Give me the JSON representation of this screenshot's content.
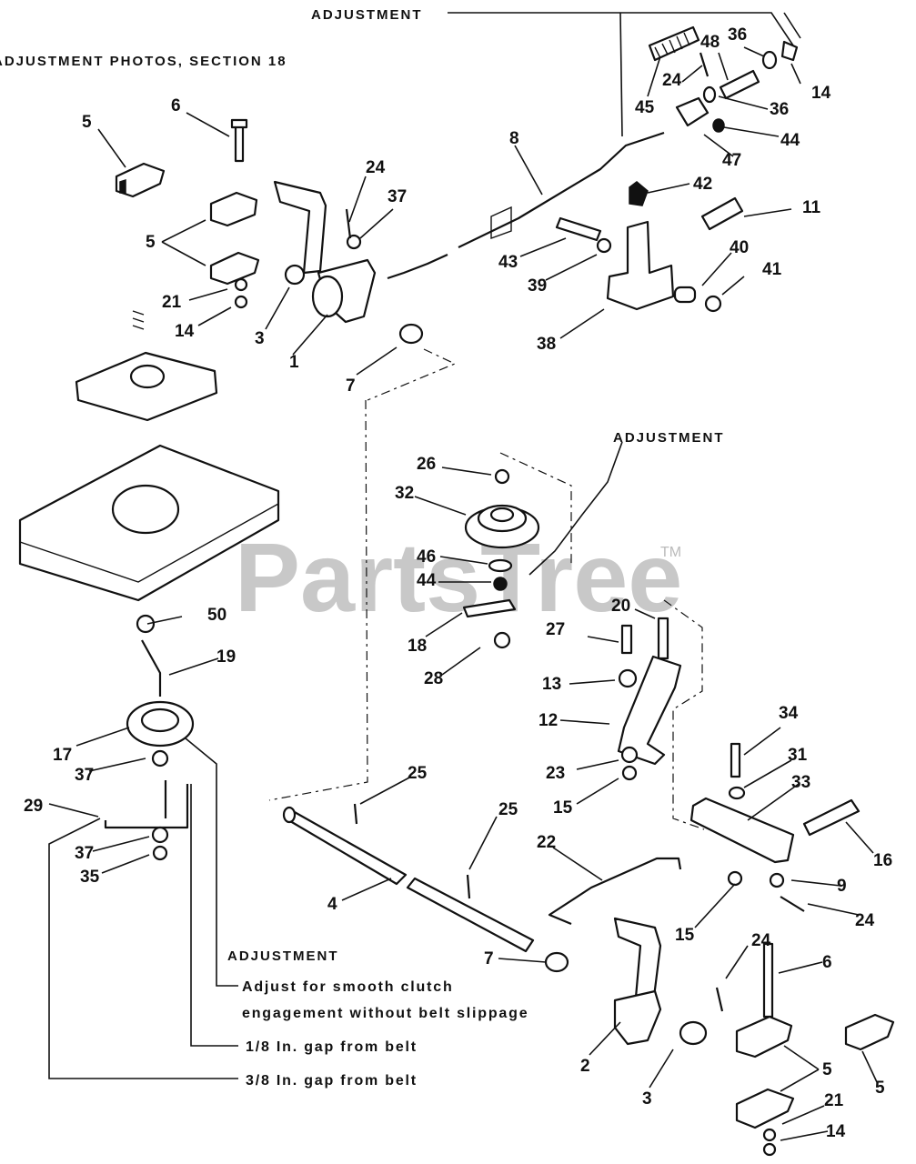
{
  "header": {
    "adjustment_top": "ADJUSTMENT",
    "photos_ref": "ADJUSTMENT PHOTOS, SECTION 18"
  },
  "watermark": {
    "text": "PartsTree",
    "trademark": "TM"
  },
  "callouts": {
    "adjustment_mid": "ADJUSTMENT",
    "adjustment_bottom": "ADJUSTMENT",
    "note_1": "Adjust for smooth clutch",
    "note_2": "engagement without belt slippage",
    "note_3": "1/8 In. gap from belt",
    "note_4": "3/8 In. gap from belt"
  },
  "part_numbers": [
    "5",
    "6",
    "24",
    "37",
    "5",
    "21",
    "14",
    "3",
    "1",
    "7",
    "8",
    "45",
    "24",
    "48",
    "36",
    "36",
    "14",
    "44",
    "47",
    "42",
    "11",
    "43",
    "39",
    "40",
    "41",
    "38",
    "26",
    "32",
    "46",
    "44",
    "18",
    "28",
    "20",
    "27",
    "13",
    "12",
    "23",
    "15",
    "50",
    "19",
    "17",
    "37",
    "29",
    "37",
    "35",
    "25",
    "25",
    "22",
    "4",
    "7",
    "2",
    "3",
    "34",
    "31",
    "33",
    "16",
    "9",
    "24",
    "15",
    "6",
    "24",
    "5",
    "5",
    "21",
    "14"
  ],
  "colors": {
    "ink": "#111111",
    "watermark": "#c8c8c8"
  }
}
